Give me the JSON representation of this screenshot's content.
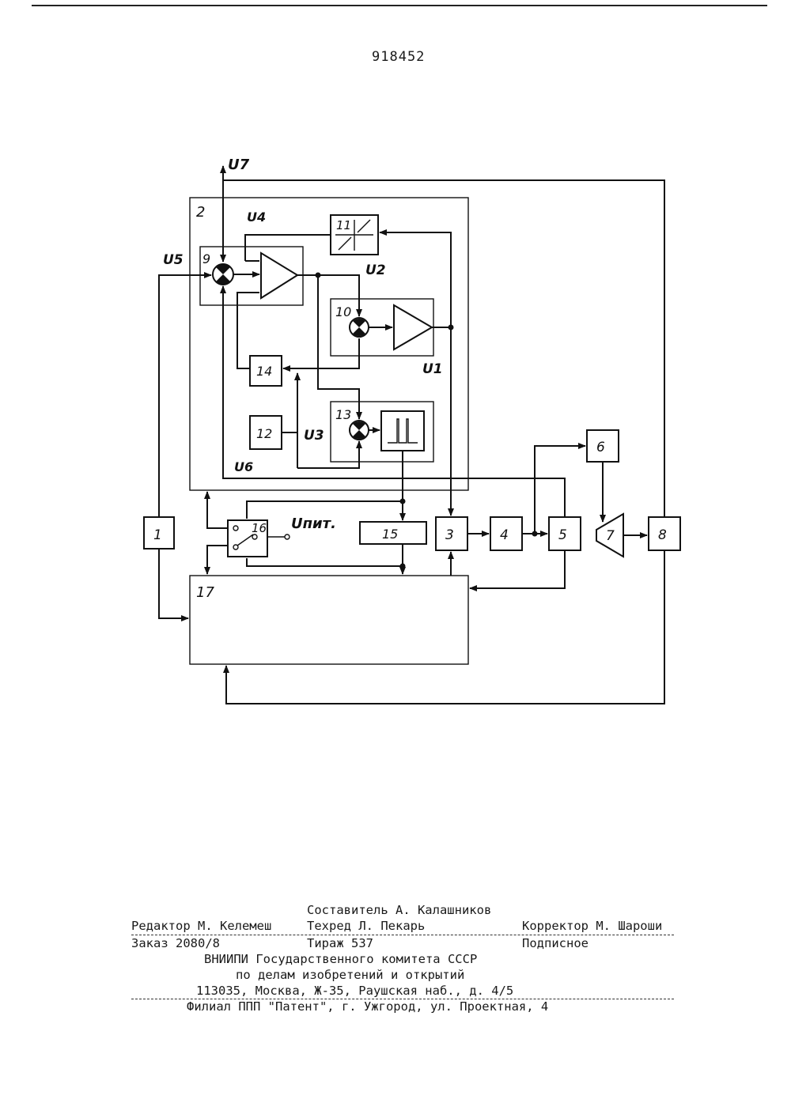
{
  "patent_number": "918452",
  "diagram": {
    "blocks": [
      "1",
      "2",
      "3",
      "4",
      "5",
      "6",
      "7",
      "8",
      "9",
      "10",
      "11",
      "12",
      "13",
      "14",
      "15",
      "16",
      "17"
    ],
    "signals": {
      "u1": "U1",
      "u2": "U2",
      "u3": "U3",
      "u4": "U4",
      "u5": "U5",
      "u6": "U6",
      "u7": "U7",
      "upit": "Uпит."
    }
  },
  "imprint": {
    "composer": "Составитель А. Калашников",
    "editor": "Редактор М. Келемеш",
    "techred": "Техред Л. Пекарь",
    "corrector": "Корректор М. Шароши",
    "order": "Заказ 2080/8",
    "circulation": "Тираж 537",
    "subscription": "Подписное",
    "org_line1": "ВНИИПИ Государственного комитета СССР",
    "org_line2": "по делам изобретений и открытий",
    "address": "113035, Москва, Ж-35, Раушская наб., д. 4/5",
    "branch": "Филиал ППП \"Патент\", г. Ужгород, ул. Проектная, 4"
  }
}
